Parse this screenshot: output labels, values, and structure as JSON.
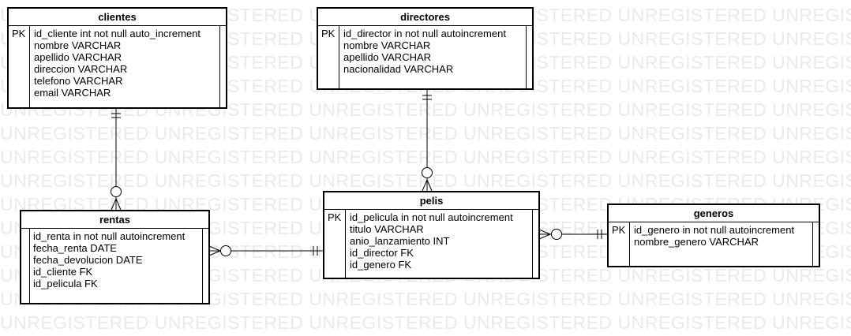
{
  "watermark_text": "UNREGISTERED",
  "entities": {
    "clientes": {
      "title": "clientes",
      "key": "PK",
      "fields": [
        "id_cliente int not null auto_increment",
        "nombre VARCHAR",
        "apellido VARCHAR",
        "direccion VARCHAR",
        "telefono VARCHAR",
        "email VARCHAR"
      ]
    },
    "directores": {
      "title": "directores",
      "key": "PK",
      "fields": [
        "id_director in not null autoincrement",
        "nombre VARCHAR",
        "apellido VARCHAR",
        "nacionalidad VARCHAR"
      ]
    },
    "rentas": {
      "title": "rentas",
      "key": "",
      "fields": [
        "id_renta in not null autoincrement",
        "fecha_renta DATE",
        "fecha_devolucion DATE",
        "id_cliente FK",
        "id_pelicula FK"
      ]
    },
    "pelis": {
      "title": "pelis",
      "key": "PK",
      "fields": [
        "id_pelicula in not null autoincrement",
        "titulo VARCHAR",
        "anio_lanzamiento INT",
        "id_director FK",
        "id_genero FK"
      ]
    },
    "generos": {
      "title": "generos",
      "key": "PK",
      "fields": [
        "id_genero in not null autoincrement",
        "nombre_genero VARCHAR"
      ]
    }
  },
  "relationships": [
    {
      "from": "clientes",
      "to": "rentas",
      "from_end": "one-mandatory",
      "to_end": "zero-or-many"
    },
    {
      "from": "directores",
      "to": "pelis",
      "from_end": "one-mandatory",
      "to_end": "zero-or-many"
    },
    {
      "from": "pelis",
      "to": "rentas",
      "from_end": "one-mandatory",
      "to_end": "zero-or-many"
    },
    {
      "from": "generos",
      "to": "pelis",
      "from_end": "one-mandatory",
      "to_end": "zero-or-many"
    }
  ]
}
